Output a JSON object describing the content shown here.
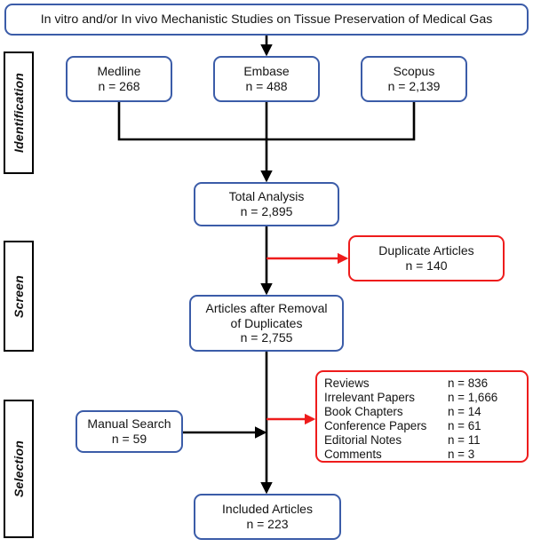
{
  "title": {
    "text": "In vitro and/or In vivo Mechanistic Studies on Tissue Preservation of Medical Gas"
  },
  "colors": {
    "include_border": "#3b5ca8",
    "exclude_border": "#ee1c1c",
    "connector": "#000000",
    "exclude_connector": "#ee1c1c",
    "stage_border": "#000000",
    "background": "#ffffff"
  },
  "stages": [
    {
      "label": "Identification"
    },
    {
      "label": "Screen"
    },
    {
      "label": "Selection"
    }
  ],
  "sources": [
    {
      "name": "Medline",
      "count": "n = 268"
    },
    {
      "name": "Embase",
      "count": "n = 488"
    },
    {
      "name": "Scopus",
      "count": "n = 2,139"
    }
  ],
  "nodes": {
    "total": {
      "label": "Total Analysis",
      "count": "n = 2,895"
    },
    "dedup": {
      "label_line1": "Articles after Removal",
      "label_line2": "of Duplicates",
      "count": "n = 2,755"
    },
    "manual": {
      "label": "Manual Search",
      "count": "n = 59"
    },
    "included": {
      "label": "Included Articles",
      "count": "n = 223"
    },
    "duplicates": {
      "label": "Duplicate Articles",
      "count": "n = 140"
    }
  },
  "excluded": {
    "items": [
      {
        "label": "Reviews",
        "count": "n = 836"
      },
      {
        "label": "Irrelevant Papers",
        "count": "n = 1,666"
      },
      {
        "label": "Book Chapters",
        "count": "n = 14"
      },
      {
        "label": "Conference Papers",
        "count": "n = 61"
      },
      {
        "label": "Editorial Notes",
        "count": "n = 11"
      },
      {
        "label": "Comments",
        "count": "n = 3"
      }
    ]
  }
}
